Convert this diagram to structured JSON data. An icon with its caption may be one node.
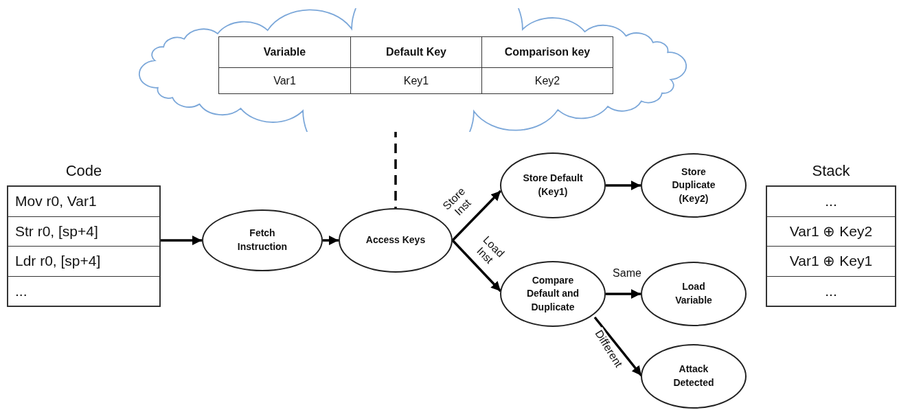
{
  "diagram": {
    "nodes": [
      {
        "text": [],
        "shape": "cloud"
      },
      {
        "text": [
          "Code",
          "Mov r0, Var1",
          "Str r0, [sp+4]",
          "Ldr r0, [sp+4]",
          "..."
        ]
      },
      {
        "text": [
          "Fetch Instruction"
        ]
      },
      {
        "text": [
          "Access Keys"
        ]
      },
      {
        "text": [
          "Store Default (Key1)"
        ]
      },
      {
        "text": [
          "Store Duplicate (Key2)"
        ]
      },
      {
        "text": [
          "Compare Default and Duplicate"
        ]
      },
      {
        "text": [
          "Load Variable"
        ]
      },
      {
        "text": [
          "Attack Detected"
        ]
      },
      {
        "text": [
          "Stack",
          "...",
          "Var1 ⊕ Key2",
          "Var1 ⊕ Key1",
          "..."
        ]
      }
    ],
    "edges": [
      {
        "from": 0,
        "to": 3,
        "arrow": "none",
        "style": "dashed"
      },
      {
        "from": 1,
        "to": 2,
        "arrow": "to"
      },
      {
        "from": 2,
        "to": 3,
        "arrow": "to"
      },
      {
        "from": 3,
        "to": 4,
        "arrow": "to",
        "label": "Store Inst"
      },
      {
        "from": 3,
        "to": 6,
        "arrow": "to",
        "label": "Load Inst"
      },
      {
        "from": 4,
        "to": 5,
        "arrow": "to"
      },
      {
        "from": 6,
        "to": 7,
        "arrow": "to",
        "label": "Same"
      },
      {
        "from": 6,
        "to": 8,
        "arrow": "to",
        "label": "Different"
      }
    ],
    "labels": [
      "Variable",
      "Default Key",
      "Comparison key",
      "Var1",
      "Key1",
      "Key2"
    ]
  }
}
